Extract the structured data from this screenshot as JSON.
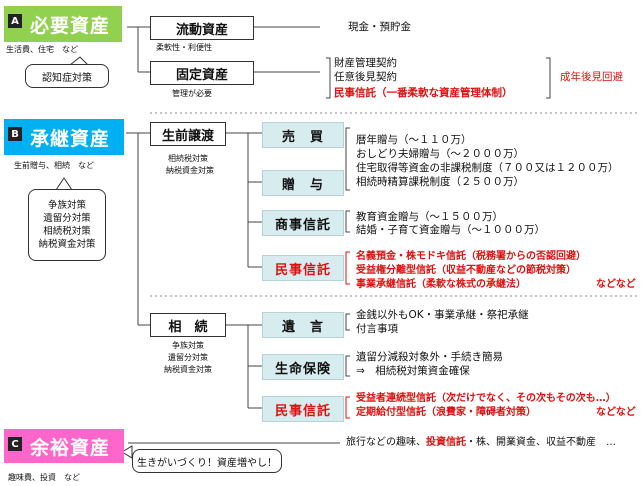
{
  "sections": {
    "a": {
      "letter": "A",
      "title": "必要資産",
      "sub": "生活費、住宅　など",
      "color": "#92d050"
    },
    "b": {
      "letter": "B",
      "title": "承継資産",
      "sub": "生前贈与、相続　など",
      "color": "#00b0f0"
    },
    "c": {
      "letter": "C",
      "title": "余裕資産",
      "sub": "趣味費、投資　など",
      "color": "#ff66cc"
    }
  },
  "callouts": {
    "a": "認知症対策",
    "b": [
      "争族対策",
      "遺留分対策",
      "相続税対策",
      "納税資金対策"
    ],
    "c": "生きがいづくり！資産増やし！"
  },
  "nodes": {
    "ryudo": {
      "label": "流動資産",
      "note": "柔軟性・利便性"
    },
    "kotei": {
      "label": "固定資産",
      "note": "管理が必要"
    },
    "seizen": {
      "label": "生前譲渡",
      "note1": "相続税対策",
      "note2": "納税資金対策"
    },
    "sozoku": {
      "label": "相　続",
      "note1": "争族対策",
      "note2": "遺留分対策",
      "note3": "納税資金対策"
    },
    "baibai": {
      "label": "売　買"
    },
    "zoyo": {
      "label": "贈　与"
    },
    "shoji": {
      "label": "商事信託"
    },
    "minji1": {
      "label": "民事信託"
    },
    "igon": {
      "label": "遺　言"
    },
    "seimei": {
      "label": "生命保険"
    },
    "minji2": {
      "label": "民事信託"
    }
  },
  "texts": {
    "ryudo_items": "現金・預貯金",
    "kotei_items": [
      "財産管理契約",
      "任意後見契約"
    ],
    "kotei_red": "民事信託（一番柔軟な資産管理体制）",
    "seinen": "成年後見回避",
    "zoyo_items": [
      "暦年贈与（～１１０万）",
      "おしどり夫婦贈与（～２０００万）",
      "住宅取得等資金の非課税制度（７００又は１２００万）",
      "相続時精算課税制度（２５００万）"
    ],
    "shoji_items": [
      "教育資金贈与（～１５００万）",
      "結婚・子育て資金贈与（～１０００万）"
    ],
    "minji1_items": [
      "名義預金・株モドキ信託（税務署からの否認回避）",
      "受益権分離型信託（収益不動産などの節税対策）",
      "事業承継信託（柔軟な株式の承継法）"
    ],
    "nadonado1": "などなど",
    "igon_items": [
      "金銭以外もOK・事業承継・祭祀承継",
      "付言事項"
    ],
    "seimei_items": [
      "遺留分減殺対象外・手続き簡易",
      "⇒　相続税対策資金確保"
    ],
    "minji2_items": [
      "受益者連続型信託（次だけでなく、その次もその次も…）",
      "定期給付型信託（浪費家・障碍者対策）"
    ],
    "nadonado2": "などなど",
    "yoyu_pre": "旅行などの趣味、",
    "yoyu_red": "投資信託",
    "yoyu_post": "・株、開業資金、収益不動産　…"
  }
}
